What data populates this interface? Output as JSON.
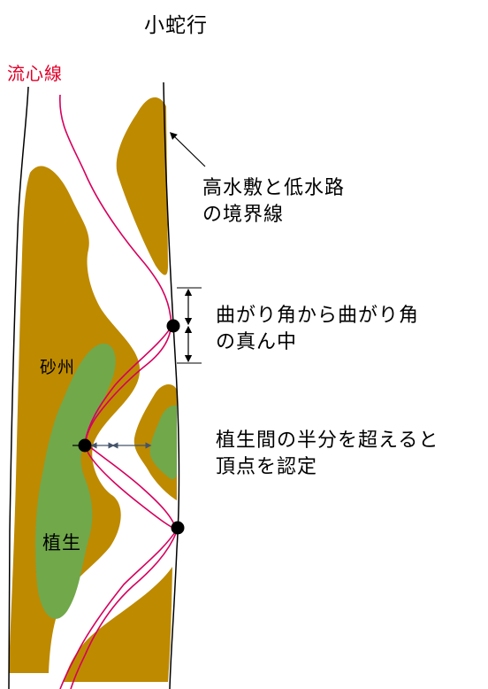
{
  "title": "小蛇行",
  "labels": {
    "thalweg": "流心線",
    "boundary": "高水敷と低水路\nの境界線",
    "mid_bend": "曲がり角から曲がり角\nの真ん中",
    "apex_rule": "植生間の半分を超えると\n頂点を認定",
    "sandbar": "砂州",
    "vegetation": "植生"
  },
  "colors": {
    "sandbar": "#be8a00",
    "vegetation": "#71a84a",
    "thalweg": "#d6005d",
    "bank_line": "#000000",
    "arrow_blue": "#44546a"
  }
}
